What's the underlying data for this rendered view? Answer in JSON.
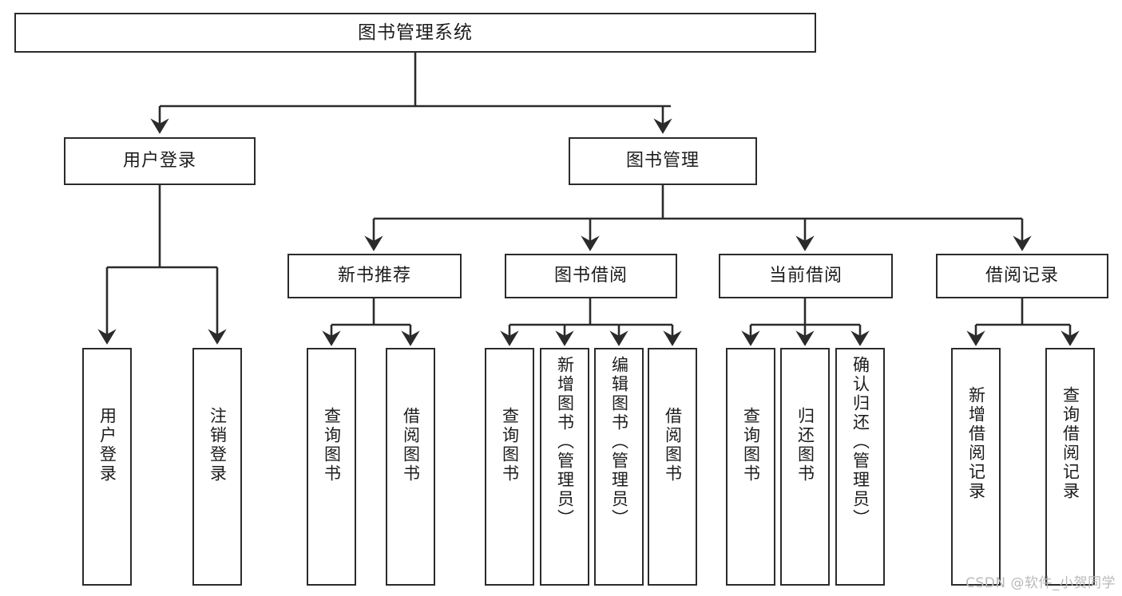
{
  "diagram": {
    "title": "图书管理系统",
    "watermark": "CSDN @软件_小贺同学",
    "stroke_color": "#2b2b2b",
    "background_color": "#ffffff",
    "text_color": "#1c1c1c"
  },
  "root": {
    "label": "图书管理系统"
  },
  "level2": [
    {
      "label": "用户登录"
    },
    {
      "label": "图书管理"
    }
  ],
  "level3": [
    {
      "label": "新书推荐"
    },
    {
      "label": "图书借阅"
    },
    {
      "label": "当前借阅"
    },
    {
      "label": "借阅记录"
    }
  ],
  "leaves": {
    "user_login": [
      {
        "label": "用户登录"
      },
      {
        "label": "注销登录"
      }
    ],
    "new_book": [
      {
        "label": "查询图书"
      },
      {
        "label": "借阅图书"
      }
    ],
    "borrow_book": [
      {
        "label": "查询图书"
      },
      {
        "label": "新增图书（管理员）"
      },
      {
        "label": "编辑图书（管理员）"
      },
      {
        "label": "借阅图书"
      }
    ],
    "current_borrow": [
      {
        "label": "查询图书"
      },
      {
        "label": "归还图书"
      },
      {
        "label": "确认归还（管理员）"
      }
    ],
    "borrow_record": [
      {
        "label": "新增借阅记录"
      },
      {
        "label": "查询借阅记录"
      }
    ]
  }
}
